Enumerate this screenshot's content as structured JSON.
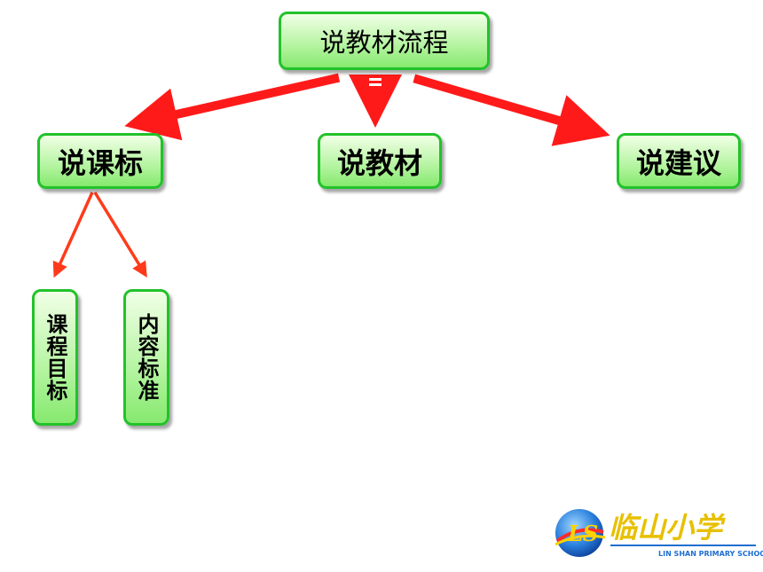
{
  "diagram": {
    "root": {
      "label": "说教材流程"
    },
    "level1": [
      {
        "id": "kebiao",
        "label": "说课标"
      },
      {
        "id": "jiaocai",
        "label": "说教材"
      },
      {
        "id": "jianyi",
        "label": "说建议"
      }
    ],
    "level2": [
      {
        "parent": "kebiao",
        "label": "课程目标"
      },
      {
        "parent": "kebiao",
        "label": "内容标准"
      }
    ]
  },
  "logo": {
    "monogram": "LS",
    "name_zh": "临山小学",
    "name_en": "LIN SHAN PRIMARY SCHOOL"
  },
  "colors": {
    "box_border": "#22c22a",
    "box_fill_top": "#f1ffe6",
    "box_fill_bottom": "#86e96e",
    "main_arrow": "#ff1a1a",
    "branch_arrow": "#ff3a1a",
    "logo_blue": "#1e6fd0",
    "logo_gold": "#e8c000"
  }
}
